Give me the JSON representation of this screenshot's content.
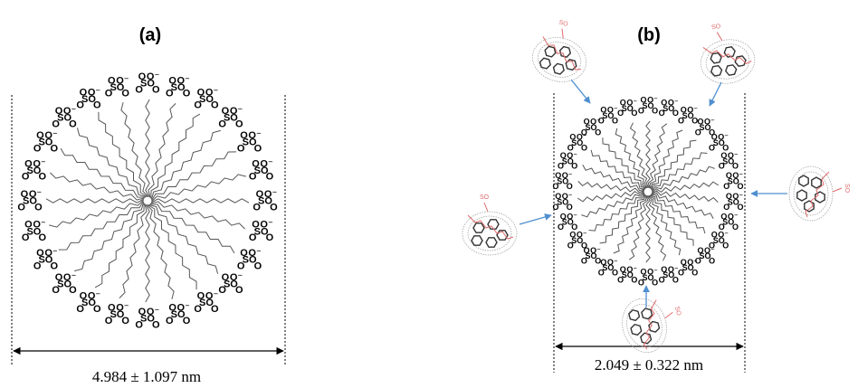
{
  "panel_a": {
    "label": "(a)",
    "measurement": "4.984 ± 1.097 nm",
    "headgroup_text": "SO"
  },
  "panel_b": {
    "label": "(b)",
    "measurement": "2.049 ± 0.322 nm",
    "headgroup_text": "SO",
    "guest_count": 5
  },
  "colors": {
    "arrow": "#4f8fd0",
    "guest_tail": "#e06a6a",
    "chain": "#555555"
  }
}
